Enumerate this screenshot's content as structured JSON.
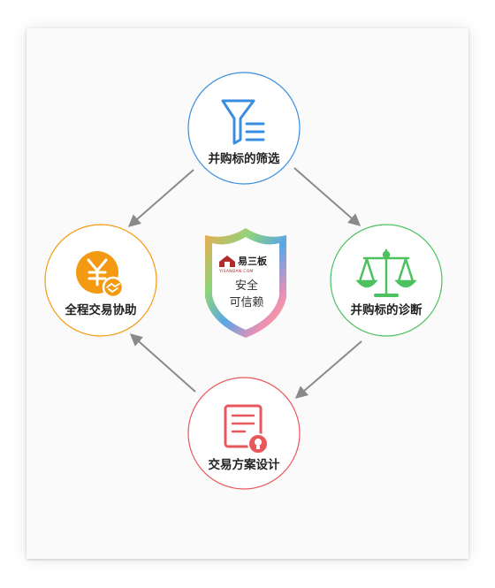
{
  "center": {
    "logo_text": "易三板",
    "logo_subtext": "YISANBAN.COM",
    "line1": "安全",
    "line2": "可信赖"
  },
  "nodes": {
    "top": {
      "label": "并购标的筛选",
      "icon": "funnel-list-icon",
      "color": "#3b8de0"
    },
    "right": {
      "label": "并购标的诊断",
      "icon": "balance-scale-icon",
      "color": "#4cc15f"
    },
    "bottom": {
      "label": "交易方案设计",
      "icon": "document-idea-icon",
      "color": "#e8575c"
    },
    "left": {
      "label": "全程交易协助",
      "icon": "yuan-handshake-icon",
      "color": "#f39a12"
    }
  },
  "arrow_color": "#8a8a8a"
}
